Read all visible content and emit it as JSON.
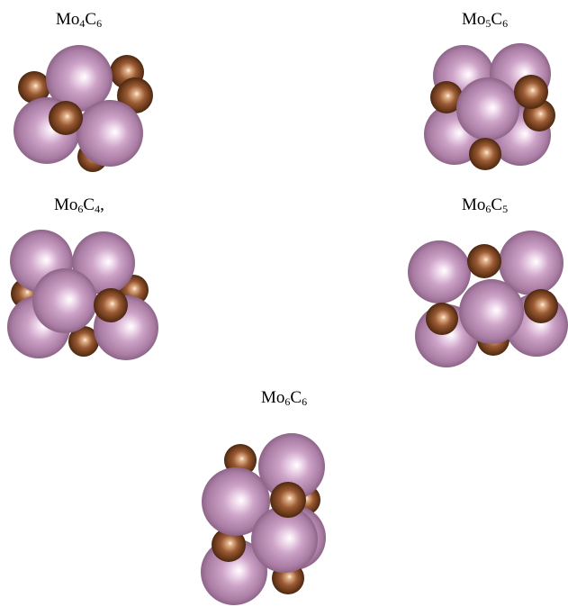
{
  "clusters": [
    {
      "id": "mo4c6",
      "label": {
        "mo": "Mo",
        "mo_n": "4",
        "c": "C",
        "c_n": "6",
        "suffix": ""
      }
    },
    {
      "id": "mo5c6",
      "label": {
        "mo": "Mo",
        "mo_n": "5",
        "c": "C",
        "c_n": "6",
        "suffix": ""
      }
    },
    {
      "id": "mo6c4",
      "label": {
        "mo": "Mo",
        "mo_n": "6",
        "c": "C",
        "c_n": "4",
        "suffix": ","
      }
    },
    {
      "id": "mo6c5",
      "label": {
        "mo": "Mo",
        "mo_n": "6",
        "c": "C",
        "c_n": "5",
        "suffix": ""
      }
    },
    {
      "id": "mo6c6",
      "label": {
        "mo": "Mo",
        "mo_n": "6",
        "c": "C",
        "c_n": "6",
        "suffix": ""
      }
    }
  ],
  "colors": {
    "molybdenum": "#c79ac2",
    "carbon": "#9a5a33",
    "background": "#ffffff",
    "text": "#000000"
  }
}
